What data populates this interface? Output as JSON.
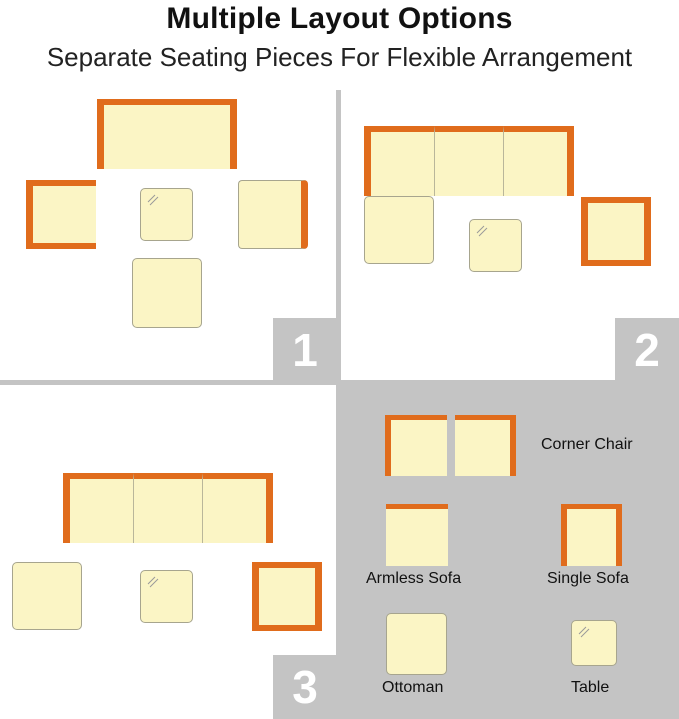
{
  "header": {
    "title": "Multiple Layout Options",
    "subtitle": "Separate Seating Pieces For Flexible Arrangement"
  },
  "panels": [
    {
      "number": "1"
    },
    {
      "number": "2"
    },
    {
      "number": "3"
    }
  ],
  "legend": {
    "corner_chair": "Corner Chair",
    "armless_sofa": "Armless Sofa",
    "single_sofa": "Single Sofa",
    "ottoman": "Ottoman",
    "table": "Table"
  },
  "colors": {
    "frame": "#e06c1c",
    "cushion": "#fbf5c5",
    "panel_gray": "#c4c4c4"
  }
}
